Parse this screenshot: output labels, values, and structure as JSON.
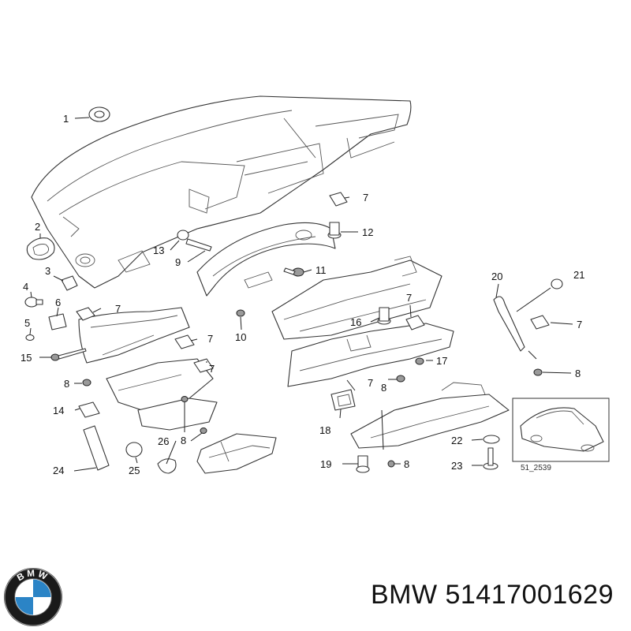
{
  "callouts": [
    {
      "label": "1"
    },
    {
      "label": "2"
    },
    {
      "label": "3"
    },
    {
      "label": "4"
    },
    {
      "label": "5"
    },
    {
      "label": "6"
    },
    {
      "label": "7"
    },
    {
      "label": "8"
    },
    {
      "label": "9"
    },
    {
      "label": "10"
    },
    {
      "label": "11"
    },
    {
      "label": "12"
    },
    {
      "label": "13"
    },
    {
      "label": "14"
    },
    {
      "label": "15"
    },
    {
      "label": "16"
    },
    {
      "label": "17"
    },
    {
      "label": "18"
    },
    {
      "label": "19"
    },
    {
      "label": "20"
    },
    {
      "label": "21"
    },
    {
      "label": "22"
    },
    {
      "label": "23"
    },
    {
      "label": "24"
    },
    {
      "label": "25"
    },
    {
      "label": "26"
    }
  ],
  "inset": {
    "reference_code": "51_2539"
  },
  "brand": {
    "name": "BMW",
    "part_number": "51417001629",
    "logo_letters": "BMW"
  },
  "colors": {
    "logo_blue": "#2b84c6",
    "logo_ring": "#1a1a1a"
  }
}
